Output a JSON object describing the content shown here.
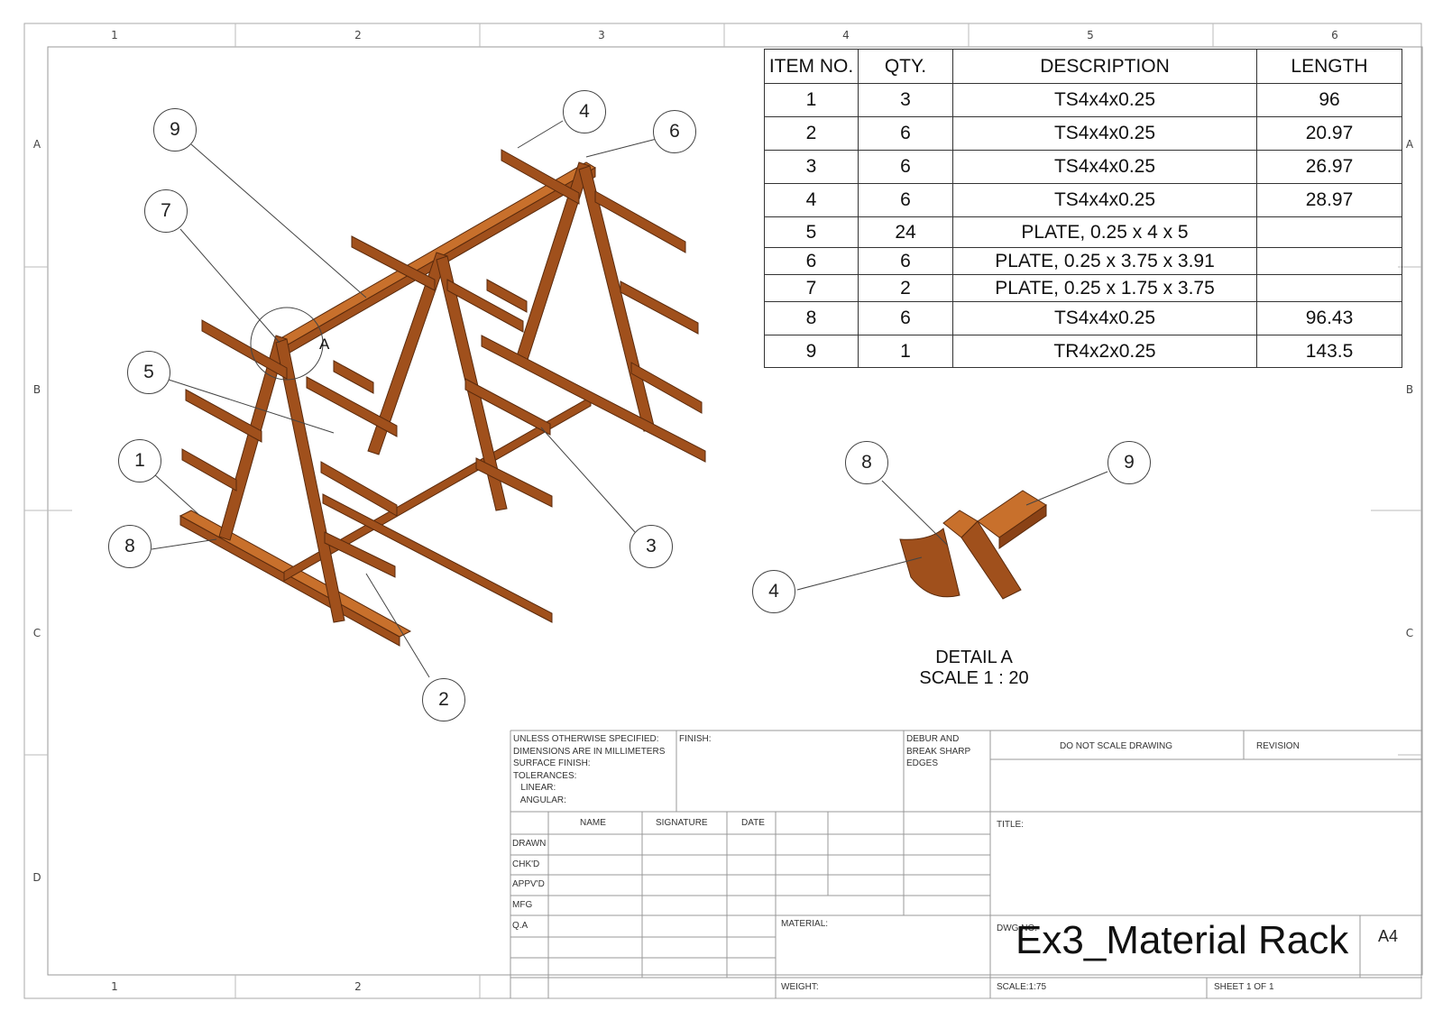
{
  "zones": {
    "columns": [
      "1",
      "2",
      "3",
      "4",
      "5",
      "6"
    ],
    "rows": [
      "A",
      "B",
      "C",
      "D"
    ]
  },
  "bom": {
    "headers": [
      "ITEM NO.",
      "QTY.",
      "DESCRIPTION",
      "LENGTH"
    ],
    "rows": [
      [
        "1",
        "3",
        "TS4x4x0.25",
        "96"
      ],
      [
        "2",
        "6",
        "TS4x4x0.25",
        "20.97"
      ],
      [
        "3",
        "6",
        "TS4x4x0.25",
        "26.97"
      ],
      [
        "4",
        "6",
        "TS4x4x0.25",
        "28.97"
      ],
      [
        "5",
        "24",
        "PLATE, 0.25 x 4 x 5",
        ""
      ],
      [
        "6",
        "6",
        "PLATE, 0.25 x 3.75 x 3.91",
        ""
      ],
      [
        "7",
        "2",
        "PLATE, 0.25 x 1.75 x 3.75",
        ""
      ],
      [
        "8",
        "6",
        "TS4x4x0.25",
        "96.43"
      ],
      [
        "9",
        "1",
        "TR4x2x0.25",
        "143.5"
      ]
    ]
  },
  "callouts": {
    "main": [
      "9",
      "4",
      "6",
      "7",
      "5",
      "1",
      "8",
      "3",
      "2"
    ],
    "detail": [
      "8",
      "9",
      "4"
    ],
    "detail_marker": "A"
  },
  "detail": {
    "title": "DETAIL A",
    "scale": "SCALE 1 : 20"
  },
  "title_block": {
    "general_notes": "UNLESS OTHERWISE SPECIFIED:\nDIMENSIONS ARE IN MILLIMETERS\nSURFACE FINISH:\nTOLERANCES:\n   LINEAR:\n   ANGULAR:",
    "finish_label": "FINISH:",
    "debur_note": "DEBUR AND\nBREAK SHARP\nEDGES",
    "do_not_scale": "DO NOT SCALE DRAWING",
    "revision_label": "REVISION",
    "col_headers": [
      "NAME",
      "SIGNATURE",
      "DATE"
    ],
    "row_labels": [
      "DRAWN",
      "CHK'D",
      "APPV'D",
      "MFG",
      "Q.A"
    ],
    "title_label": "TITLE:",
    "material_label": "MATERIAL:",
    "dwg_no_label": "DWG NO.",
    "dwg_no": "Ex3_Material Rack",
    "size": "A4",
    "weight_label": "WEIGHT:",
    "scale_label": "SCALE:1:75",
    "sheet_label": "SHEET 1 OF 1"
  },
  "colors": {
    "steel": "#a0501c",
    "steel_dark": "#6e3410",
    "steel_light": "#c8702c",
    "frame": "#999999"
  }
}
